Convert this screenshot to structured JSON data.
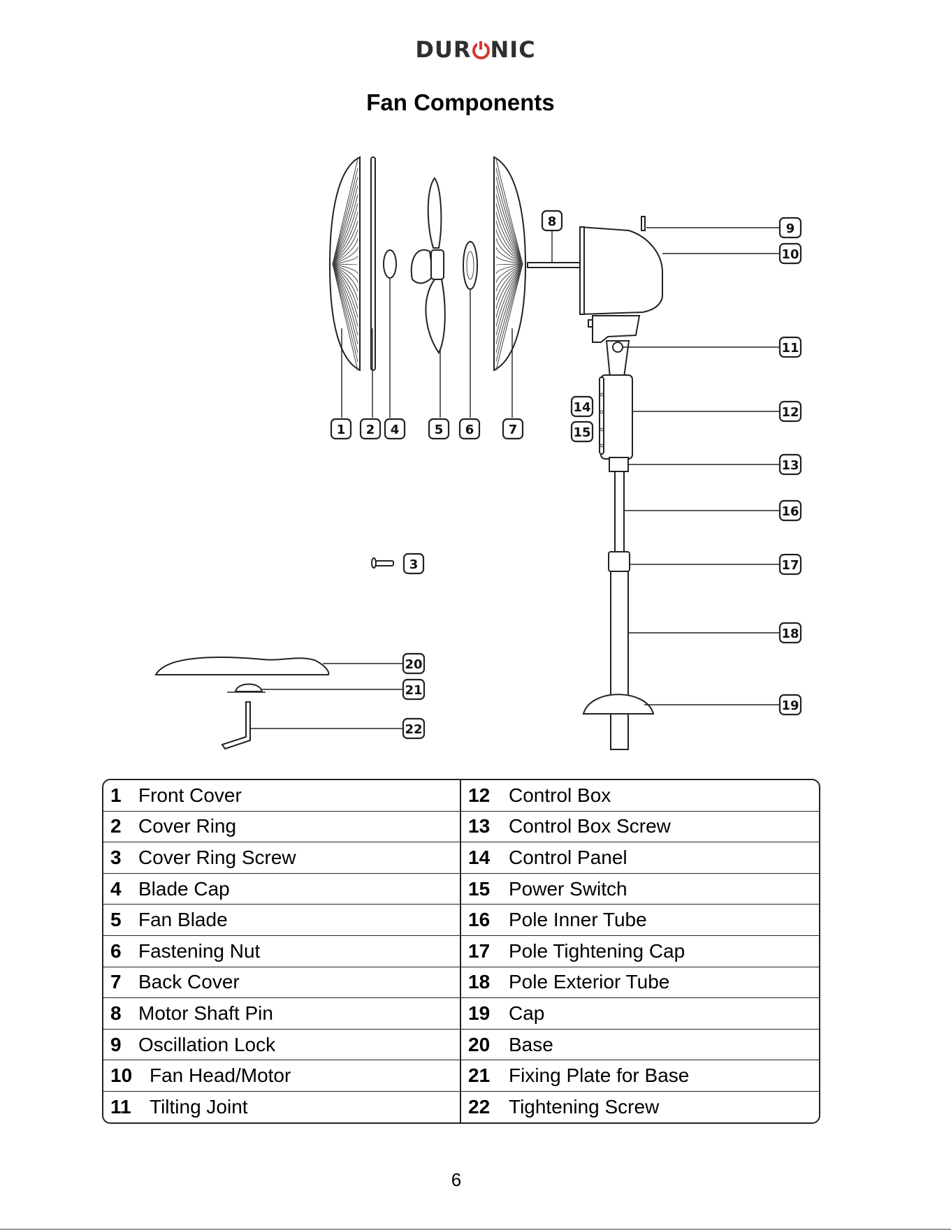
{
  "brand": {
    "before": "DUR",
    "after": "NIC",
    "logo_color": "#d7372f"
  },
  "title": "Fan Components",
  "callouts": [
    "1",
    "2",
    "3",
    "4",
    "5",
    "6",
    "7",
    "8",
    "9",
    "10",
    "11",
    "12",
    "13",
    "14",
    "15",
    "16",
    "17",
    "18",
    "19",
    "20",
    "21",
    "22"
  ],
  "parts": [
    {
      "num": "1",
      "name": "Front Cover"
    },
    {
      "num": "2",
      "name": "Cover Ring"
    },
    {
      "num": "3",
      "name": "Cover Ring Screw"
    },
    {
      "num": "4",
      "name": "Blade Cap"
    },
    {
      "num": "5",
      "name": "Fan Blade"
    },
    {
      "num": "6",
      "name": "Fastening Nut"
    },
    {
      "num": "7",
      "name": "Back Cover"
    },
    {
      "num": "8",
      "name": "Motor Shaft Pin"
    },
    {
      "num": "9",
      "name": "Oscillation Lock"
    },
    {
      "num": "10",
      "name": "Fan Head/Motor"
    },
    {
      "num": "11",
      "name": "Tilting Joint"
    },
    {
      "num": "12",
      "name": "Control Box"
    },
    {
      "num": "13",
      "name": "Control Box Screw"
    },
    {
      "num": "14",
      "name": "Control Panel"
    },
    {
      "num": "15",
      "name": "Power Switch"
    },
    {
      "num": "16",
      "name": "Pole Inner Tube"
    },
    {
      "num": "17",
      "name": "Pole Tightening Cap"
    },
    {
      "num": "18",
      "name": "Pole Exterior Tube"
    },
    {
      "num": "19",
      "name": "Cap"
    },
    {
      "num": "20",
      "name": "Base"
    },
    {
      "num": "21",
      "name": "Fixing Plate for Base"
    },
    {
      "num": "22",
      "name": "Tightening Screw"
    }
  ],
  "page_number": "6"
}
